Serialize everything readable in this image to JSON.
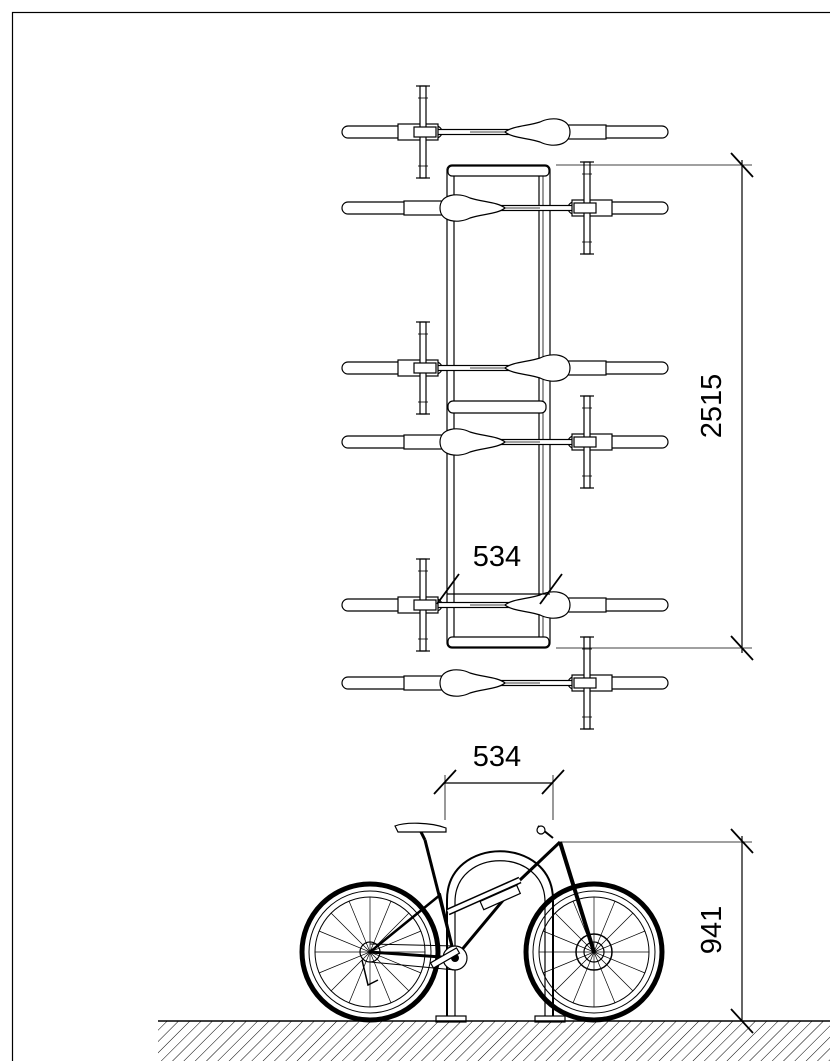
{
  "drawing": {
    "dimensions": {
      "plan_width": "534",
      "plan_length": "2515",
      "elevation_width": "534",
      "elevation_height": "941"
    },
    "icons": {
      "plan_bike": "bicycle-top-view-icon",
      "elevation_bike": "bicycle-side-view-icon",
      "ground": "ground-hatch-icon"
    }
  }
}
